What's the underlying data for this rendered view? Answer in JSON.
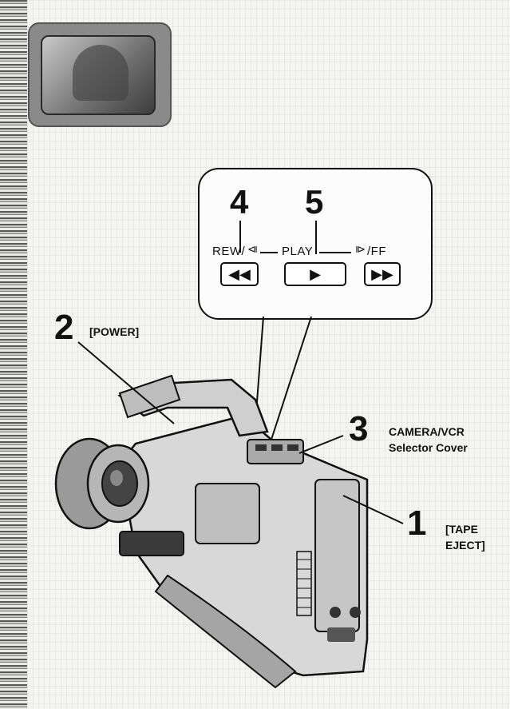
{
  "callout": {
    "num_rew": "4",
    "num_play": "5",
    "label_rew": "REW/",
    "label_play": "PLAY",
    "label_ff": "/FF",
    "rew_icon": "◀◀",
    "play_icon": "▶",
    "ff_icon": "▶▶"
  },
  "labels": {
    "num_power": "2",
    "power": "[POWER]",
    "num_selector": "3",
    "selector_line1": "CAMERA/VCR",
    "selector_line2": "Selector Cover",
    "num_eject": "1",
    "eject_line1": "[TAPE",
    "eject_line2": "EJECT]"
  },
  "icons": {
    "rew_search": "search-rewind-icon",
    "ff_search": "search-forward-icon"
  }
}
